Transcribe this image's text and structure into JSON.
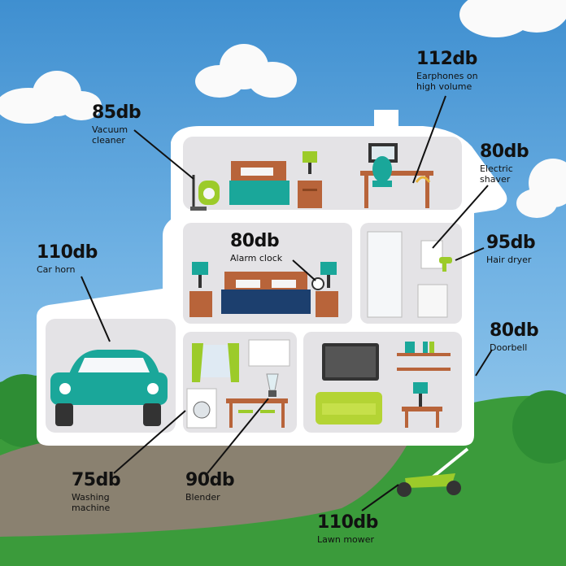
{
  "labels": {
    "vacuum": {
      "level": "85db",
      "name": "Vacuum\ncleaner"
    },
    "earphones": {
      "level": "112db",
      "name": "Earphones on\nhigh volume"
    },
    "shaver": {
      "level": "80db",
      "name": "Electric\nshaver"
    },
    "hairdryer": {
      "level": "95db",
      "name": "Hair dryer"
    },
    "carhorn": {
      "level": "110db",
      "name": "Car horn"
    },
    "alarm": {
      "level": "80db",
      "name": "Alarm clock"
    },
    "doorbell": {
      "level": "80db",
      "name": "Doorbell"
    },
    "washing": {
      "level": "75db",
      "name": "Washing\nmachine"
    },
    "blender": {
      "level": "90db",
      "name": "Blender"
    },
    "mower": {
      "level": "110db",
      "name": "Lawn mower"
    }
  },
  "colors": {
    "sky": "#6fb1e3",
    "grass": "#3b9b3b",
    "path": "#8a8170",
    "house": "#ffffff",
    "room": "#e4e3e6",
    "accent_teal": "#1aa79a",
    "accent_lime": "#9ccb2a",
    "wood": "#b8643a"
  }
}
